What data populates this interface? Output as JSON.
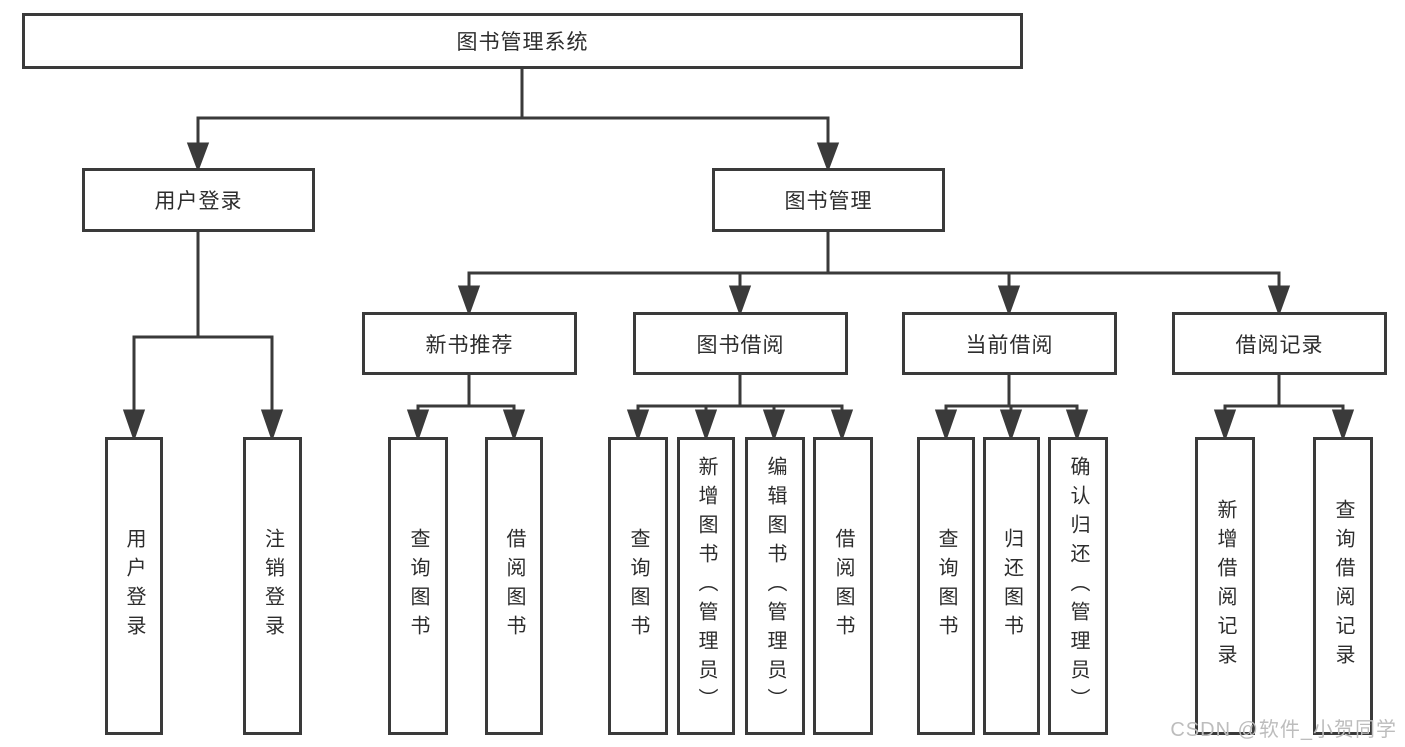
{
  "title": "图书管理系统",
  "tree": {
    "label": "图书管理系统",
    "children": [
      {
        "label": "用户登录",
        "children": [
          {
            "label": "用户登录"
          },
          {
            "label": "注销登录"
          }
        ]
      },
      {
        "label": "图书管理",
        "children": [
          {
            "label": "新书推荐",
            "children": [
              {
                "label": "查询图书"
              },
              {
                "label": "借阅图书"
              }
            ]
          },
          {
            "label": "图书借阅",
            "children": [
              {
                "label": "查询图书"
              },
              {
                "label": "新增图书（管理员）"
              },
              {
                "label": "编辑图书（管理员）"
              },
              {
                "label": "借阅图书"
              }
            ]
          },
          {
            "label": "当前借阅",
            "children": [
              {
                "label": "查询图书"
              },
              {
                "label": "归还图书"
              },
              {
                "label": "确认归还（管理员）"
              }
            ]
          },
          {
            "label": "借阅记录",
            "children": [
              {
                "label": "新增借阅记录"
              },
              {
                "label": "查询借阅记录"
              }
            ]
          }
        ]
      }
    ]
  },
  "watermark": "CSDN @软件_小贺同学",
  "colors": {
    "line": "#3a3a3a",
    "box_border": "#3a3a3a",
    "text": "#2d2d2d",
    "watermark": "#bdbdbd",
    "background": "#ffffff"
  }
}
